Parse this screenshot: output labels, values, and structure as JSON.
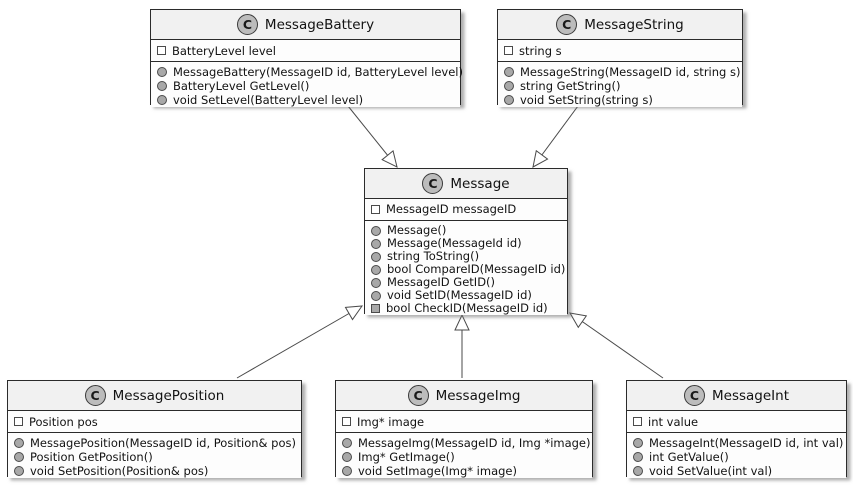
{
  "diagram": {
    "kind": "uml-class-diagram",
    "class_badge_letter": "C"
  },
  "icons": {
    "class-badge-icon": "circled letter C (class)",
    "field-icon": "outline-square (private field)",
    "public-method-icon": "filled-circle (public method)",
    "private-method-icon": "filled-square (private method)",
    "inheritance-arrow-icon": "hollow triangle"
  },
  "colors": {
    "canvas_bg": "#FFFFFF",
    "box_body_bg": "#FDFDFD",
    "box_title_bg": "#F1F1F1",
    "box_border": "#2B2B2B",
    "badge_fill": "#BCBCBC",
    "edge_line": "#4A4A4A",
    "method_icon_fill": "#A8A8A8"
  },
  "classes": [
    {
      "name": "MessageBattery",
      "fields": [
        {
          "text": "BatteryLevel level",
          "visibility": "field"
        }
      ],
      "methods": [
        {
          "text": "MessageBattery(MessageID id, BatteryLevel level)",
          "visibility": "public"
        },
        {
          "text": "BatteryLevel GetLevel()",
          "visibility": "public"
        },
        {
          "text": "void SetLevel(BatteryLevel level)",
          "visibility": "public"
        }
      ]
    },
    {
      "name": "MessageString",
      "fields": [
        {
          "text": "string s",
          "visibility": "field"
        }
      ],
      "methods": [
        {
          "text": "MessageString(MessageID id, string s)",
          "visibility": "public"
        },
        {
          "text": "string GetString()",
          "visibility": "public"
        },
        {
          "text": "void SetString(string s)",
          "visibility": "public"
        }
      ]
    },
    {
      "name": "Message",
      "fields": [
        {
          "text": "MessageID messageID",
          "visibility": "field"
        }
      ],
      "methods": [
        {
          "text": "Message()",
          "visibility": "public"
        },
        {
          "text": "Message(MessageId id)",
          "visibility": "public"
        },
        {
          "text": "string ToString()",
          "visibility": "public"
        },
        {
          "text": "bool CompareID(MessageID id)",
          "visibility": "public"
        },
        {
          "text": "MessageID GetID()",
          "visibility": "public"
        },
        {
          "text": "void SetID(MessageID id)",
          "visibility": "public"
        },
        {
          "text": "bool CheckID(MessageID id)",
          "visibility": "private"
        }
      ]
    },
    {
      "name": "MessagePosition",
      "fields": [
        {
          "text": "Position pos",
          "visibility": "field"
        }
      ],
      "methods": [
        {
          "text": "MessagePosition(MessageID id, Position& pos)",
          "visibility": "public"
        },
        {
          "text": "Position GetPosition()",
          "visibility": "public"
        },
        {
          "text": "void SetPosition(Position& pos)",
          "visibility": "public"
        }
      ]
    },
    {
      "name": "MessageImg",
      "fields": [
        {
          "text": "Img* image",
          "visibility": "field"
        }
      ],
      "methods": [
        {
          "text": "MessageImg(MessageID id, Img *image)",
          "visibility": "public"
        },
        {
          "text": "Img* GetImage()",
          "visibility": "public"
        },
        {
          "text": "void SetImage(Img* image)",
          "visibility": "public"
        }
      ]
    },
    {
      "name": "MessageInt",
      "fields": [
        {
          "text": "int value",
          "visibility": "field"
        }
      ],
      "methods": [
        {
          "text": "MessageInt(MessageID id, int val)",
          "visibility": "public"
        },
        {
          "text": "int GetValue()",
          "visibility": "public"
        },
        {
          "text": "void SetValue(int val)",
          "visibility": "public"
        }
      ]
    }
  ],
  "relations": [
    {
      "from": "MessageBattery",
      "to": "Message",
      "type": "inheritance"
    },
    {
      "from": "MessageString",
      "to": "Message",
      "type": "inheritance"
    },
    {
      "from": "MessagePosition",
      "to": "Message",
      "type": "inheritance"
    },
    {
      "from": "MessageImg",
      "to": "Message",
      "type": "inheritance"
    },
    {
      "from": "MessageInt",
      "to": "Message",
      "type": "inheritance"
    }
  ]
}
